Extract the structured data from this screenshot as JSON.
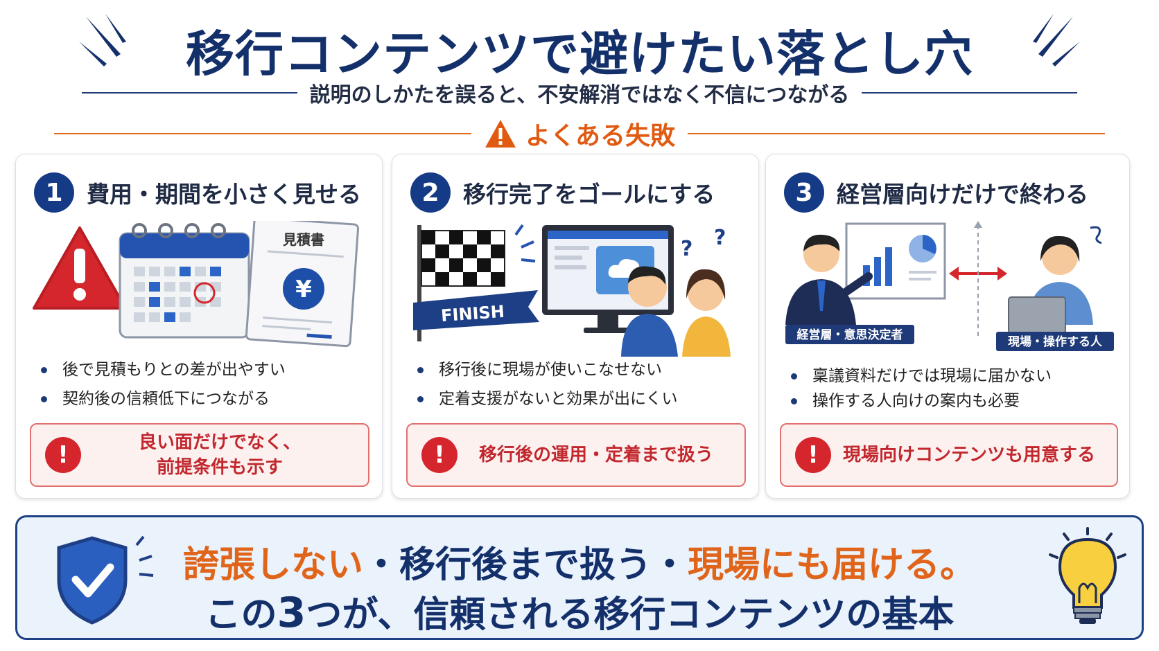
{
  "header": {
    "title": "移行コンテンツで避けたい落とし穴",
    "subtitle": "説明のしかたを誤ると、不安解消ではなく不信につながる",
    "section_label": "よくある失敗"
  },
  "cards": [
    {
      "number": "1",
      "title": "費用・期間を小さく見せる",
      "document_label": "見積書",
      "currency_symbol": "¥",
      "bullets": [
        "後で見積もりとの差が出やすい",
        "契約後の信頼低下につながる"
      ],
      "warning_line1": "良い面だけでなく、",
      "warning_line2": "前提条件も示す"
    },
    {
      "number": "2",
      "title": "移行完了をゴールにする",
      "flag_label": "FINISH",
      "bullets": [
        "移行後に現場が使いこなせない",
        "定着支援がないと効果が出にくい"
      ],
      "warning": "移行後の運用・定着まで扱う"
    },
    {
      "number": "3",
      "title": "経営層向けだけで終わる",
      "left_label": "経営層・意思決定者",
      "right_label": "現場・操作する人",
      "bullets": [
        "稟議資料だけでは現場に届かない",
        "操作する人向けの案内も必要"
      ],
      "warning": "現場向けコンテンツも用意する"
    }
  ],
  "banner": {
    "part1": "誇張しない",
    "sep1": "・移行後まで扱う・",
    "part2": "現場にも届ける。",
    "line2_a": "この",
    "line2_num": "3",
    "line2_b": "つが、信頼される移行コンテンツの基本"
  },
  "colors": {
    "navy": "#14306b",
    "orange": "#e0641a",
    "red": "#d4262c",
    "banner_bg": "#eaf2fb"
  },
  "icons": [
    "burst-lines-icon",
    "warning-triangle-icon",
    "alert-circle-icon",
    "shield-check-icon",
    "light-bulb-icon",
    "calendar-icon",
    "checkered-flag-icon",
    "monitor-icon",
    "presentation-board-icon",
    "laptop-icon"
  ]
}
